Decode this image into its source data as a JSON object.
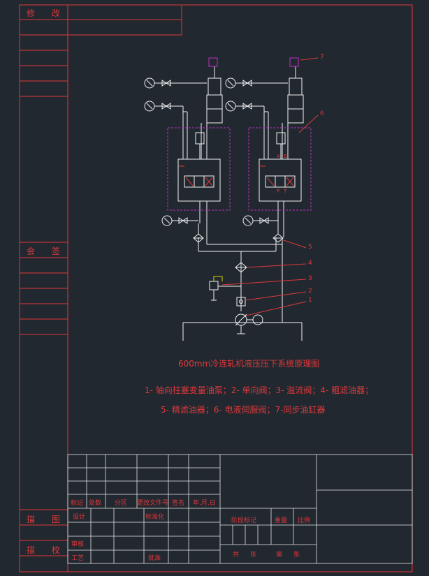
{
  "colors": {
    "background": "#212830",
    "frame": "#e0383a",
    "line": "#f2f2f2",
    "dashed_box": "#c030c0",
    "accent_yellow": "#e0d000",
    "text": "#e0383a"
  },
  "side_labels": {
    "revision": "修 改",
    "countersign": "会 签",
    "drawn": "描 图",
    "traced_check": "描 校"
  },
  "diagram": {
    "title": "600mm冷连轧机液压压下系统原理图",
    "legend_line1": "1- 轴向柱塞变量油泵；2- 单向阀；3- 溢流阀；4- 粗滤油器；",
    "legend_line2": "5- 精滤油器；6- 电液伺服阀；7-同步油缸器",
    "callouts": [
      "1",
      "2",
      "3",
      "4",
      "5",
      "6",
      "7"
    ],
    "valve_marks": [
      "A",
      "B",
      "P",
      "T"
    ]
  },
  "title_block": {
    "row_headers": [
      "标记",
      "处数",
      "分区",
      "更改文件号",
      "签名",
      "年.月.日"
    ],
    "design": "设计",
    "standardization": "标准化",
    "review": "审核",
    "process": "工艺",
    "approve": "批准",
    "stage_mark": "阶段标记",
    "weight": "重量",
    "scale": "比例",
    "total": "共",
    "sheets1": "张",
    "page": "第",
    "sheets2": "张"
  }
}
